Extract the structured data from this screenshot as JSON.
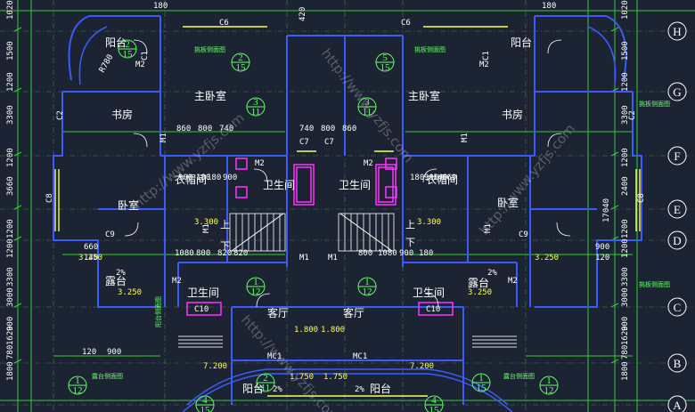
{
  "rooms": {
    "balcony_top": "阳台",
    "master_bedroom": "主卧室",
    "study": "书房",
    "cloakroom": "衣帽间",
    "bathroom": "卫生间",
    "bedroom": "卧室",
    "terrace": "露台",
    "living_room": "客厅",
    "balcony_bottom": "阳台",
    "stair_up": "上",
    "stair_down": "下"
  },
  "top_dims": [
    "180",
    "C6",
    "420",
    "C6",
    "180"
  ],
  "inner_dims": [
    "860",
    "800",
    "740",
    "740",
    "800",
    "860",
    "900",
    "180",
    "180",
    "900",
    "1080",
    "800",
    "820",
    "820",
    "800",
    "1080",
    "900",
    "180",
    "180",
    "900",
    "140",
    "660",
    "660",
    "140",
    "900",
    "120",
    "120",
    "900"
  ],
  "left_dims": [
    "1020",
    "1500",
    "1200",
    "3300",
    "1200",
    "3660",
    "1200",
    "1200",
    "3300",
    "3000",
    "900",
    "1620",
    "780",
    "1800"
  ],
  "right_dims": [
    "1020",
    "1500",
    "1200",
    "3300",
    "1200",
    "2400",
    "1200",
    "1200",
    "3300",
    "3000",
    "900",
    "1620",
    "780",
    "1800"
  ],
  "overall_dim": "17040",
  "axis_labels": [
    "H",
    "G",
    "F",
    "E",
    "D",
    "C",
    "B",
    "A"
  ],
  "tags": {
    "c1": "C1",
    "c2": "C2",
    "c7": "C7",
    "c8": "C8",
    "c9": "C9",
    "c10": "C10",
    "m1": "M1",
    "m2": "M2",
    "mc1": "MC1",
    "r": "R780"
  },
  "elevations": [
    "3.300",
    "3.250",
    "1.800",
    "7.200",
    "1.750"
  ],
  "grade": "2%",
  "notes": [
    "挑板侧面图",
    "挑板侧面图",
    "露台侧面图",
    "阳台侧面图"
  ],
  "section_marks": [
    {
      "top": "2",
      "bottom": "15"
    },
    {
      "top": "3",
      "bottom": "11"
    },
    {
      "top": "1",
      "bottom": "12"
    },
    {
      "top": "5",
      "bottom": "15"
    },
    {
      "top": "1",
      "bottom": "15"
    },
    {
      "top": "2",
      "bottom": "11"
    },
    {
      "top": "4",
      "bottom": "15"
    }
  ],
  "watermark": "http://www.yzfjs.com",
  "colors": {
    "background": "#1c2433",
    "wall": "#3b5bff",
    "dim_line": "#33cc33",
    "grid": "#5a8a5a",
    "magenta": "#ff33ff",
    "yellow": "#ffff55",
    "cyan": "#00ffff"
  }
}
